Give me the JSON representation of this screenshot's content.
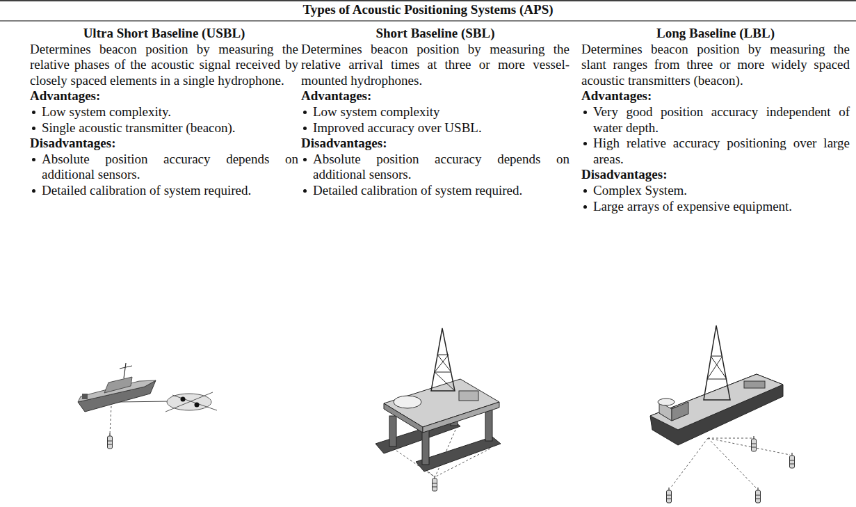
{
  "diagram": {
    "title": "Types of Acoustic Positioning Systems (APS)",
    "labels": [
      "Ultra Short Baseline (USBL)",
      "Determines beacon position by measuring the relative phases of the acoustic signal received by closely spaced elements in a single hydrophone.",
      "Advantages:",
      "Low system complexity.",
      "Single acoustic transmitter (beacon).",
      "Disadvantages:",
      "Absolute position accuracy depends on additional sensors.",
      "Detailed calibration of system required.",
      "Short Baseline (SBL)",
      "Determines beacon position by measuring the relative arrival times at three or more vessel-mounted hydrophones.",
      "Advantages:",
      "Low system complexity",
      "Improved accuracy over USBL.",
      "Disadvantages:",
      "Absolute position accuracy depends on additional sensors.",
      "Detailed calibration of system required.",
      "Long Baseline (LBL)",
      "Determines beacon position by measuring the slant ranges from three or more widely spaced acoustic transmitters (beacon).",
      "Advantages:",
      "Very good position accuracy independent of water depth.",
      "High relative accuracy positioning over large areas.",
      "Disadvantages:",
      "Complex System.",
      "Large arrays of expensive equipment."
    ]
  }
}
